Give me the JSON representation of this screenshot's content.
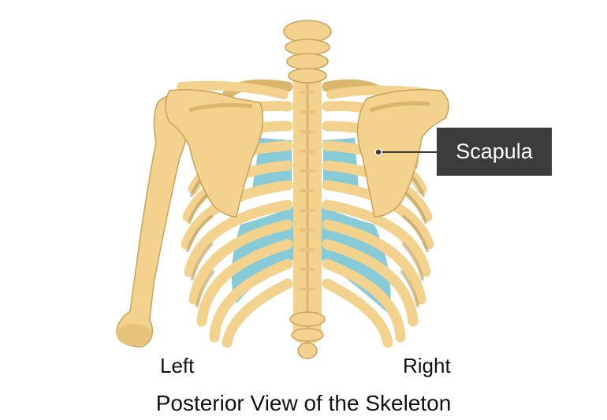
{
  "diagram": {
    "callout_label": "Scapula",
    "side_left": "Left",
    "side_right": "Right",
    "caption": "Posterior View of the Skeleton"
  },
  "colors": {
    "bone": "#f3d28e",
    "bone_shade": "#d9b66c",
    "bone_outline": "#c9a25a",
    "rib_shadow": "#b89a62",
    "cartilage": "#86cbd7",
    "callout_bg": "#3c3c3c",
    "callout_text": "#ffffff"
  },
  "icons": {
    "callout_marker": "dot"
  }
}
